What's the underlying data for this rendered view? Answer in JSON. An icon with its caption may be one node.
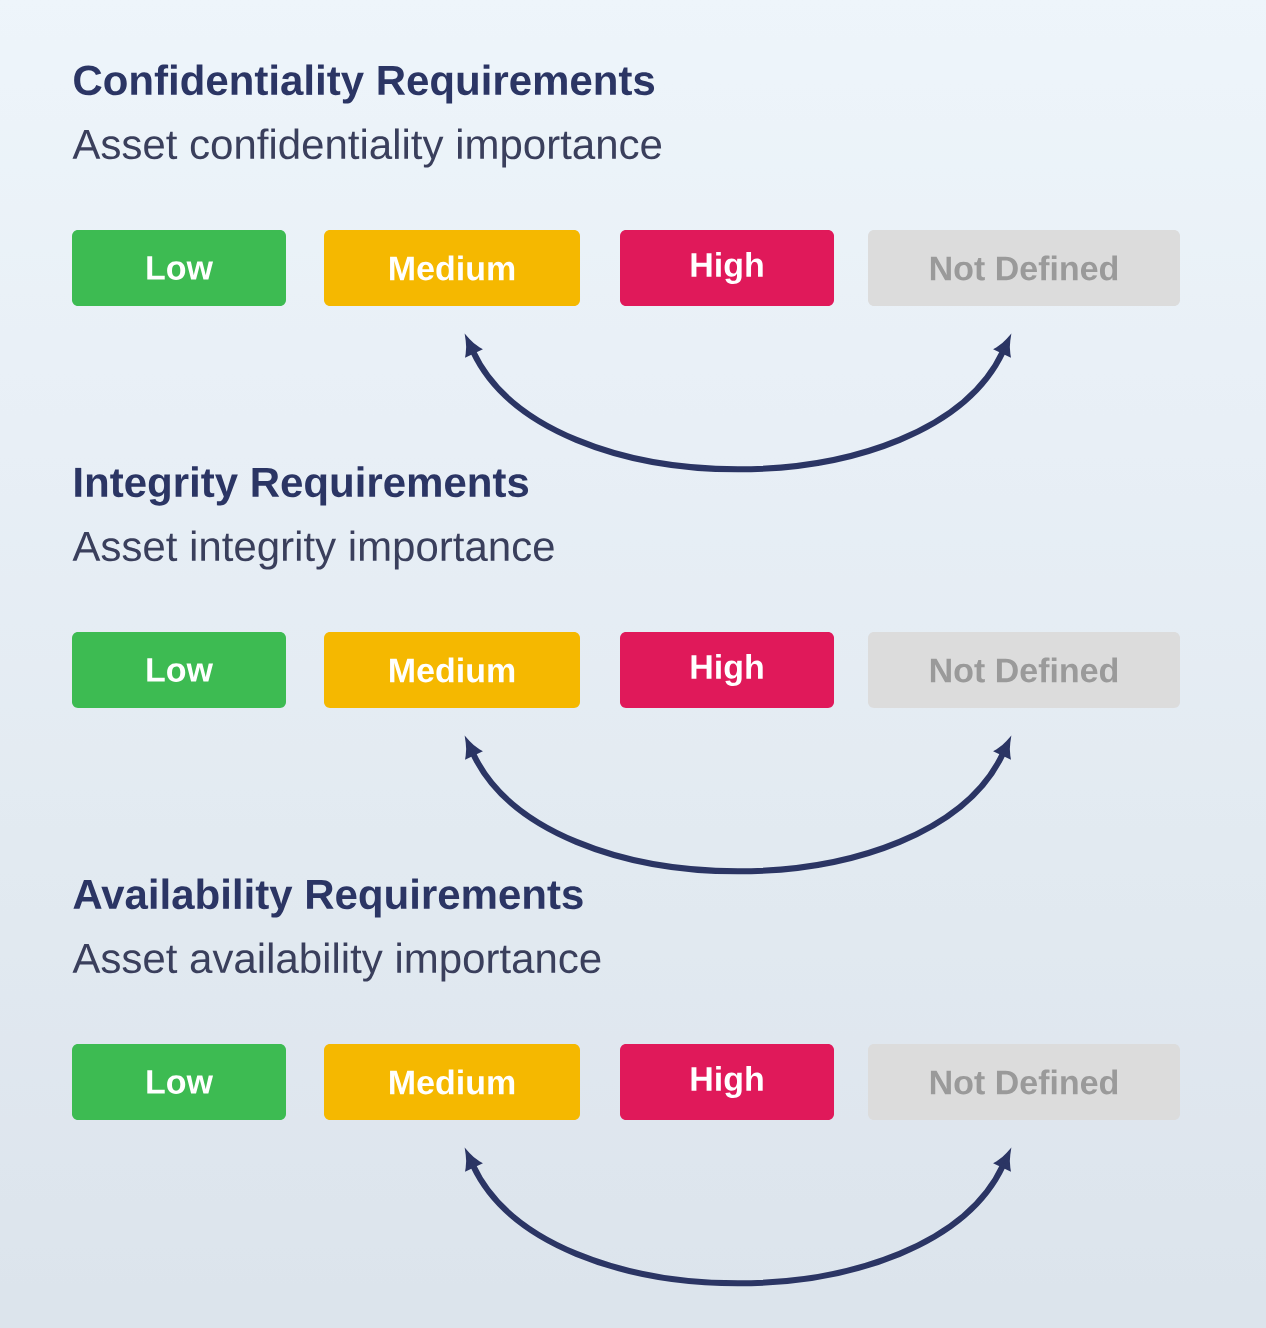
{
  "diagram": {
    "nodes": [
      {
        "text": [
          "Low"
        ]
      },
      {
        "text": [
          "Medium"
        ]
      },
      {
        "text": [
          "High"
        ]
      },
      {
        "text": [
          "Not Defined"
        ]
      },
      {
        "text": [
          "Low"
        ]
      },
      {
        "text": [
          "Medium"
        ]
      },
      {
        "text": [
          "High"
        ]
      },
      {
        "text": [
          "Not Defined"
        ]
      },
      {
        "text": [
          "Low"
        ]
      },
      {
        "text": [
          "Medium"
        ]
      },
      {
        "text": [
          "High"
        ]
      },
      {
        "text": [
          "Not Defined"
        ]
      }
    ],
    "edges": [
      {
        "from": 1,
        "to": 3,
        "arrow": "both"
      },
      {
        "from": 5,
        "to": 7,
        "arrow": "both"
      },
      {
        "from": 9,
        "to": 11,
        "arrow": "both"
      }
    ],
    "labels": [
      "Confidentiality Requirements",
      "Asset confidentiality importance",
      "Integrity Requirements",
      "Asset integrity importance",
      "Availability Requirements",
      "Asset availability importance"
    ]
  }
}
